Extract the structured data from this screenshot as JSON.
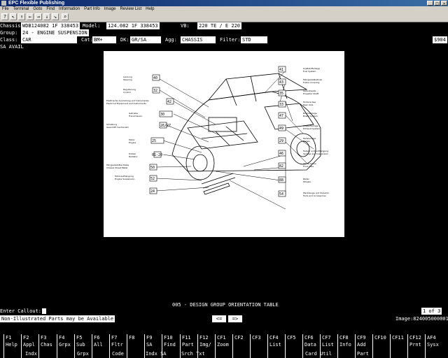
{
  "window": {
    "title": "EPC Flexible Publishing",
    "buttons": [
      "_",
      "□",
      "×"
    ]
  },
  "menu": [
    "File",
    "Terminal",
    "Goto",
    "Find",
    "Information",
    "Part Info",
    "Image",
    "Review List",
    "Help"
  ],
  "toolbar": [
    "?",
    "↖",
    "↑",
    "←",
    "→",
    "↓",
    "↘",
    "⌕"
  ],
  "header": {
    "chassis_label": "Chassis:",
    "chassis": "WDB124082 1F 338453",
    "model_label": "Model:",
    "model": "124.082 1F 338453",
    "vb_label": "VB:",
    "vb": "220 TE / E 220",
    "group_label": "Group:",
    "group": "24 - ENGINE SUSPENSION",
    "class_label": "Class:",
    "class": "CAR",
    "cat_label": "Cat:",
    "cat": "BM+",
    "dk_label": "DK:",
    "dk": "GR/SA",
    "agg_label": "Agg:",
    "agg": "CHASSIS",
    "filter_label": "Filter:",
    "filter": "STD",
    "code": "$904",
    "sa_avail": "SA AVAIL"
  },
  "diagram": {
    "callouts": [
      "40",
      "32",
      "42",
      "30",
      "26/27",
      "25",
      "01-20",
      "50",
      "52",
      "24",
      "41",
      "43",
      "35",
      "33",
      "47",
      "49",
      "29",
      "46",
      "82",
      "88",
      "54"
    ]
  },
  "status": {
    "enter_callout": "Enter Callout:",
    "non_illustrated": "Non-Illustrated Parts may be Available",
    "table_title": "005 - DESIGN GROUP ORIENTATION TABLE",
    "page": "1 of 3",
    "prev": "<=",
    "next": "=>",
    "image": "Image:824005000001"
  },
  "fkeys": [
    {
      "k": "F1",
      "l": "Help"
    },
    {
      "k": "F2",
      "l": "Appl"
    },
    {
      "k": "F3",
      "l": "Chas"
    },
    {
      "k": "F4",
      "l": "Grpx"
    },
    {
      "k": "F5",
      "l": "Sub"
    },
    {
      "k": "F6",
      "l": "All"
    },
    {
      "k": "F7",
      "l": "Fltr"
    },
    {
      "k": "F8",
      "l": ""
    },
    {
      "k": "F9",
      "l": "SA"
    },
    {
      "k": "F10",
      "l": "Find"
    },
    {
      "k": "F11",
      "l": "Part"
    },
    {
      "k": "F12",
      "l": "Img/"
    },
    {
      "k": "CF1",
      "l": "Zoom"
    },
    {
      "k": "CF2",
      "l": ""
    },
    {
      "k": "CF3",
      "l": ""
    },
    {
      "k": "CF4",
      "l": "List"
    },
    {
      "k": "CF5",
      "l": ""
    },
    {
      "k": "CF6",
      "l": "Data"
    },
    {
      "k": "CF7",
      "l": "List"
    },
    {
      "k": "CF8",
      "l": "Info"
    },
    {
      "k": "CF9",
      "l": "Add"
    },
    {
      "k": "CF10",
      "l": ""
    },
    {
      "k": "CF11",
      "l": ""
    },
    {
      "k": "CF12",
      "l": "Prnt"
    },
    {
      "k": "AF4",
      "l": "Sysx"
    }
  ],
  "fkey_subs": [
    "Indx",
    "Grpx",
    "Code",
    "Indx SA",
    "Srch Txt",
    "Card Util",
    "Part"
  ]
}
